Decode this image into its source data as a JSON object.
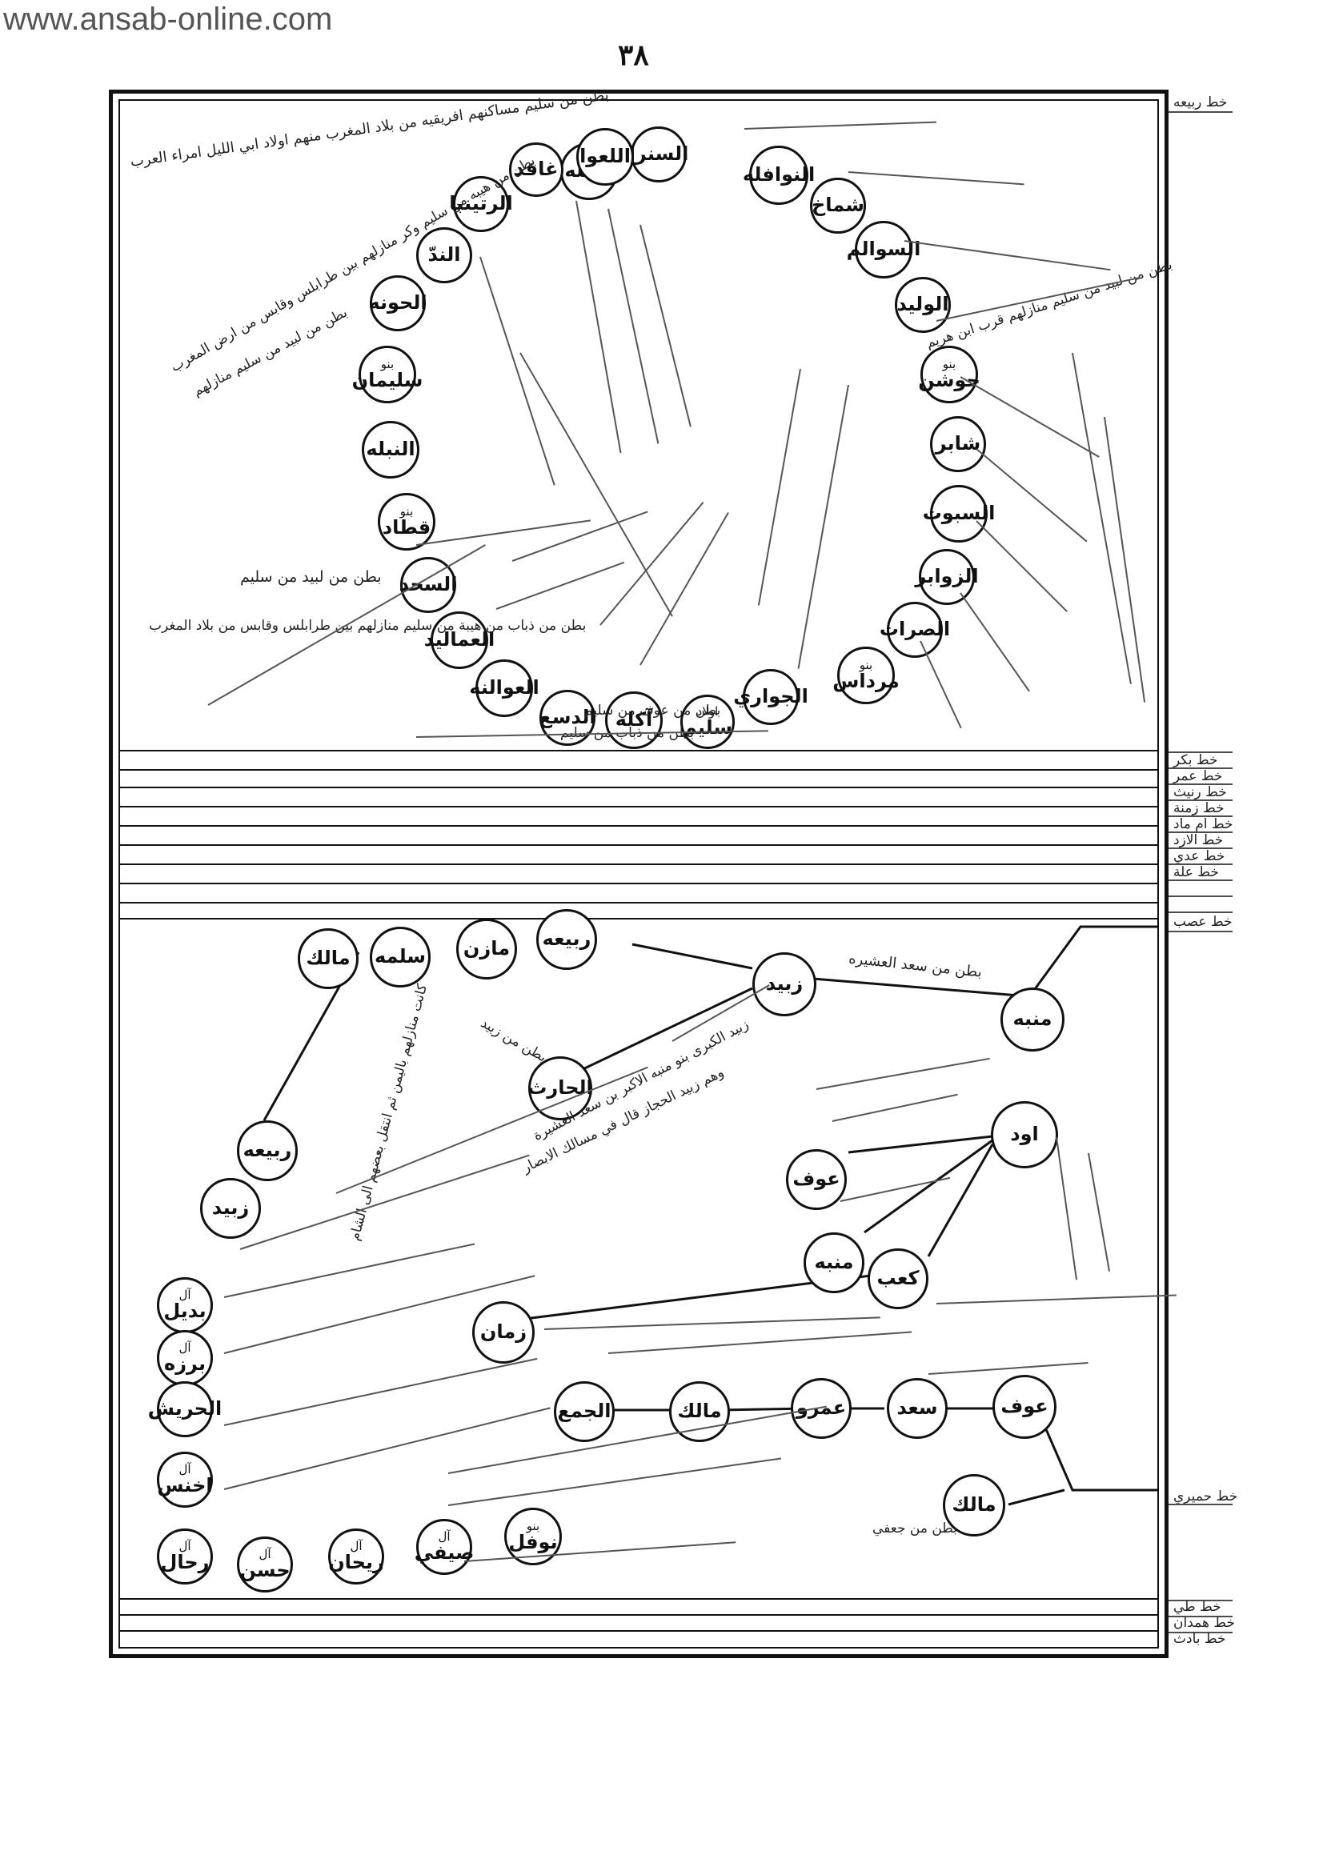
{
  "watermark": "www.ansab-online.com",
  "page_number": "٣٨",
  "upper_nodes": [
    {
      "id": "tabala",
      "prefix": "",
      "label": "التبله"
    },
    {
      "id": "sanra",
      "prefix": "",
      "label": "السنرا"
    },
    {
      "id": "laaw",
      "prefix": "",
      "label": "اللعوا"
    },
    {
      "id": "ghafid",
      "prefix": "",
      "label": "غافد"
    },
    {
      "id": "nawafila",
      "prefix": "",
      "label": "النوافله"
    },
    {
      "id": "shamakh",
      "prefix": "",
      "label": "شماخ"
    },
    {
      "id": "sawaalim",
      "prefix": "",
      "label": "السوالم"
    },
    {
      "id": "walid",
      "prefix": "",
      "label": "الوليد"
    },
    {
      "id": "jawsan",
      "prefix": "بنو",
      "label": "جوشن"
    },
    {
      "id": "shabir",
      "prefix": "",
      "label": "شابر"
    },
    {
      "id": "sabut",
      "prefix": "",
      "label": "السبوت"
    },
    {
      "id": "zawabir",
      "prefix": "",
      "label": "الزوابر"
    },
    {
      "id": "sarat",
      "prefix": "",
      "label": "الصرات"
    },
    {
      "id": "mirdas",
      "prefix": "بنو",
      "label": "مرداس"
    },
    {
      "id": "juwari",
      "prefix": "",
      "label": "الجواري"
    },
    {
      "id": "awlad_sulaym",
      "prefix": "اولاد",
      "label": "سليم"
    },
    {
      "id": "aakila",
      "prefix": "",
      "label": "آكله"
    },
    {
      "id": "dasa",
      "prefix": "",
      "label": "الدسع"
    },
    {
      "id": "awalina",
      "prefix": "",
      "label": "العوالنه"
    },
    {
      "id": "amilid",
      "prefix": "",
      "label": "العماليد"
    },
    {
      "id": "sahid",
      "prefix": "",
      "label": "السحد"
    },
    {
      "id": "qatada",
      "prefix": "بنو",
      "label": "قطاد"
    },
    {
      "id": "nabla",
      "prefix": "",
      "label": "النبله"
    },
    {
      "id": "sulayman",
      "prefix": "بنو",
      "label": "سليمان"
    },
    {
      "id": "hawna",
      "prefix": "",
      "label": "الحونه"
    },
    {
      "id": "nadd",
      "prefix": "",
      "label": "الندّ"
    },
    {
      "id": "ratinba",
      "prefix": "",
      "label": "الرتينبا"
    }
  ],
  "upper_notes": {
    "top_line": "بطن من سليم مساكنهم افريقيه من بلاد المغرب منهم اولاد ابي الليل امراء العرب",
    "walid_note": "بطن من لبيد من سليم منازلهم قرب ابن هريم",
    "sulayman_note": "بطن من هيبه من سليم وكر منازلهم بين طرابلس وقابس من ارض المغرب",
    "nabla_note": "بطن من لبيد من سليم منازلهم",
    "sahid_note": "بطن من لبيد من سليم",
    "amilid_note": "بطن من ذباب من هيبة من سليم منازلهم بين طرابلس وقابس من بلاد المغرب",
    "dasa_note": "بطن من عوف من سليم",
    "aakila_note": "بطن من ذباب من سليم"
  },
  "side_labels_upper": [
    "خط ربيعه"
  ],
  "side_labels_middle": [
    "خط بكر",
    "خط عمر",
    "خط رنيث",
    "خط زمنة",
    "خط ام ماد",
    "خط الازد",
    "خط عدي",
    "خط علة",
    "خط عصب"
  ],
  "side_labels_lower": [
    "خط حميري",
    "خط طي",
    "خط همدان",
    "خط بادث"
  ],
  "lower_nodes": [
    {
      "id": "malik_top",
      "prefix": "",
      "label": "مالك"
    },
    {
      "id": "salama",
      "prefix": "",
      "label": "سلمه"
    },
    {
      "id": "mazin",
      "prefix": "",
      "label": "مازن"
    },
    {
      "id": "rabia_top",
      "prefix": "",
      "label": "ربيعه"
    },
    {
      "id": "zubayd_top",
      "prefix": "",
      "label": "زبيد"
    },
    {
      "id": "munabbih_top",
      "prefix": "",
      "label": "منبه"
    },
    {
      "id": "harith",
      "prefix": "",
      "label": "الحارث"
    },
    {
      "id": "rabia_left",
      "prefix": "",
      "label": "ربيعه"
    },
    {
      "id": "zubayd_left",
      "prefix": "",
      "label": "زبيد"
    },
    {
      "id": "awd",
      "prefix": "",
      "label": "اود"
    },
    {
      "id": "awf_mid",
      "prefix": "",
      "label": "عوف"
    },
    {
      "id": "munabbih_mid",
      "prefix": "",
      "label": "منبه"
    },
    {
      "id": "kaab",
      "prefix": "",
      "label": "كعب"
    },
    {
      "id": "zaman",
      "prefix": "",
      "label": "زمان"
    },
    {
      "id": "al_budayl",
      "prefix": "آل",
      "label": "بديل"
    },
    {
      "id": "al_barza",
      "prefix": "آل",
      "label": "برزه"
    },
    {
      "id": "huraysh",
      "prefix": "",
      "label": "الحريش"
    },
    {
      "id": "al_akhnas",
      "prefix": "آل",
      "label": "اخنس"
    },
    {
      "id": "rihal",
      "prefix": "آل",
      "label": "رحال"
    },
    {
      "id": "hasan",
      "prefix": "آل",
      "label": "حسن"
    },
    {
      "id": "rihan",
      "prefix": "آل",
      "label": "ريحان"
    },
    {
      "id": "sayfi",
      "prefix": "آل",
      "label": "صيفي"
    },
    {
      "id": "nawfal",
      "prefix": "بنو",
      "label": "نوفل"
    },
    {
      "id": "jamaa",
      "prefix": "",
      "label": "الجمع"
    },
    {
      "id": "malik_mid",
      "prefix": "",
      "label": "مالك"
    },
    {
      "id": "amr",
      "prefix": "",
      "label": "عمرو"
    },
    {
      "id": "saad",
      "prefix": "",
      "label": "سعد"
    },
    {
      "id": "awf_low",
      "prefix": "",
      "label": "عوف"
    },
    {
      "id": "malik_low",
      "prefix": "",
      "label": "مالك"
    }
  ],
  "lower_notes": {
    "munabbih_note": "بطن من سعد العشيره",
    "harith_note": "بطن من زبيد",
    "left_vertical": "كانت منازلهم باليمن ثم انتقل بعضهم الى الشام",
    "kaab_note": "وهم زبيد الحجاز قال في مسالك الابصار",
    "zubayd_note": "زبيد الكبرى بنو منبه الاكبر بن سعد العشيرة",
    "malik_low_note": "بطن من جعفي"
  },
  "colors": {
    "ink": "#111111",
    "paper": "#ffffff",
    "watermark": "#555555"
  }
}
